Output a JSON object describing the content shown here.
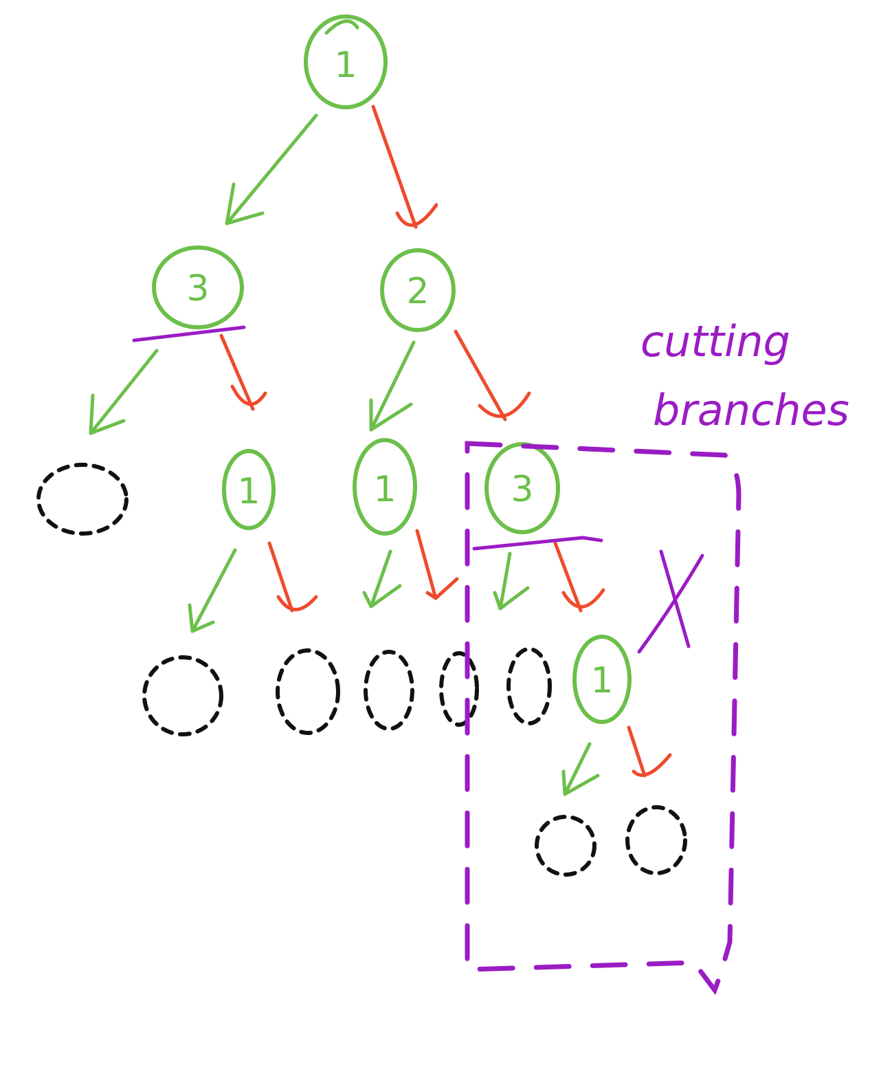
{
  "colors": {
    "node": "#6cbf4a",
    "left_edge": "#6cbf4a",
    "right_edge": "#ee4b2b",
    "empty_node": "#111111",
    "annotation": "#9a1cc4"
  },
  "nodes": [
    {
      "id": "n-root",
      "label": "1"
    },
    {
      "id": "n-a",
      "label": "3"
    },
    {
      "id": "n-b",
      "label": "2"
    },
    {
      "id": "n-c",
      "label": "1"
    },
    {
      "id": "n-d",
      "label": "1"
    },
    {
      "id": "n-e",
      "label": "3"
    },
    {
      "id": "n-f",
      "label": "1"
    }
  ],
  "annotation": {
    "line1": "cutting",
    "line2": "branches",
    "mark": "X"
  }
}
